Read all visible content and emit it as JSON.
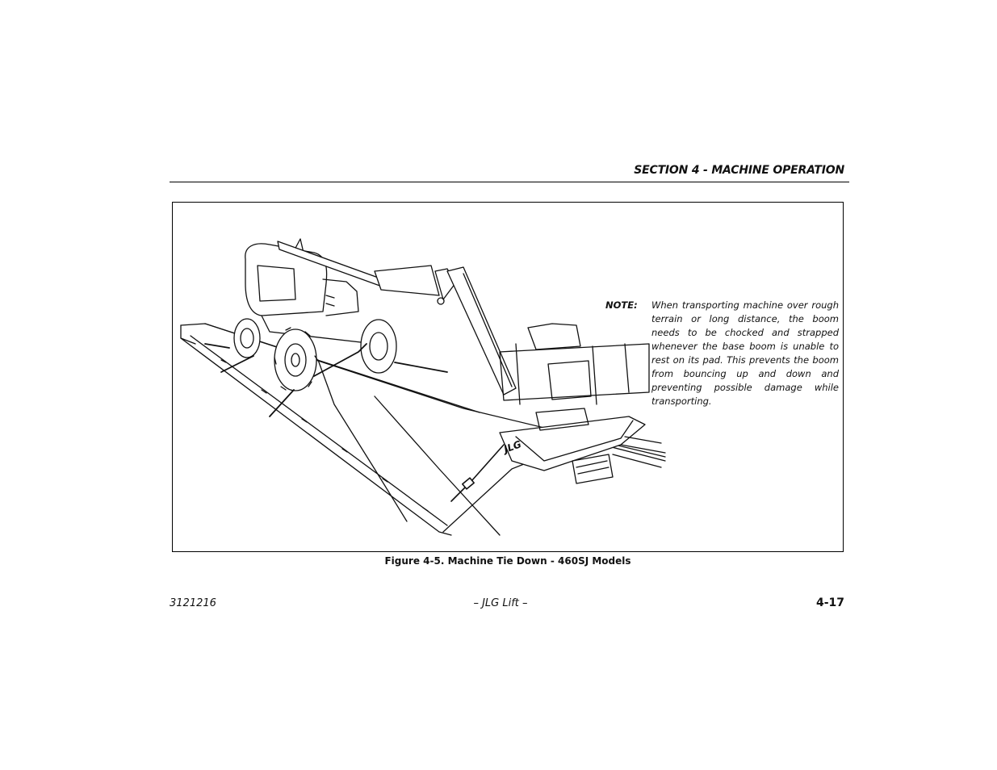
{
  "header": {
    "section_title": "SECTION 4 - MACHINE OPERATION"
  },
  "figure": {
    "note_label": "NOTE:",
    "note_text": "When transporting machine over rough terrain or long distance, the boom needs to be chocked and strapped whenever the base boom is unable to rest on its pad. This prevents the boom from bouncing up and down and preventing possible damage while transporting.",
    "caption": "Figure 4-5.  Machine Tie Down - 460SJ Models",
    "platform_logo": "JLG"
  },
  "footer": {
    "document_number": "3121216",
    "center_text": "– JLG Lift –",
    "page_number": "4-17"
  }
}
